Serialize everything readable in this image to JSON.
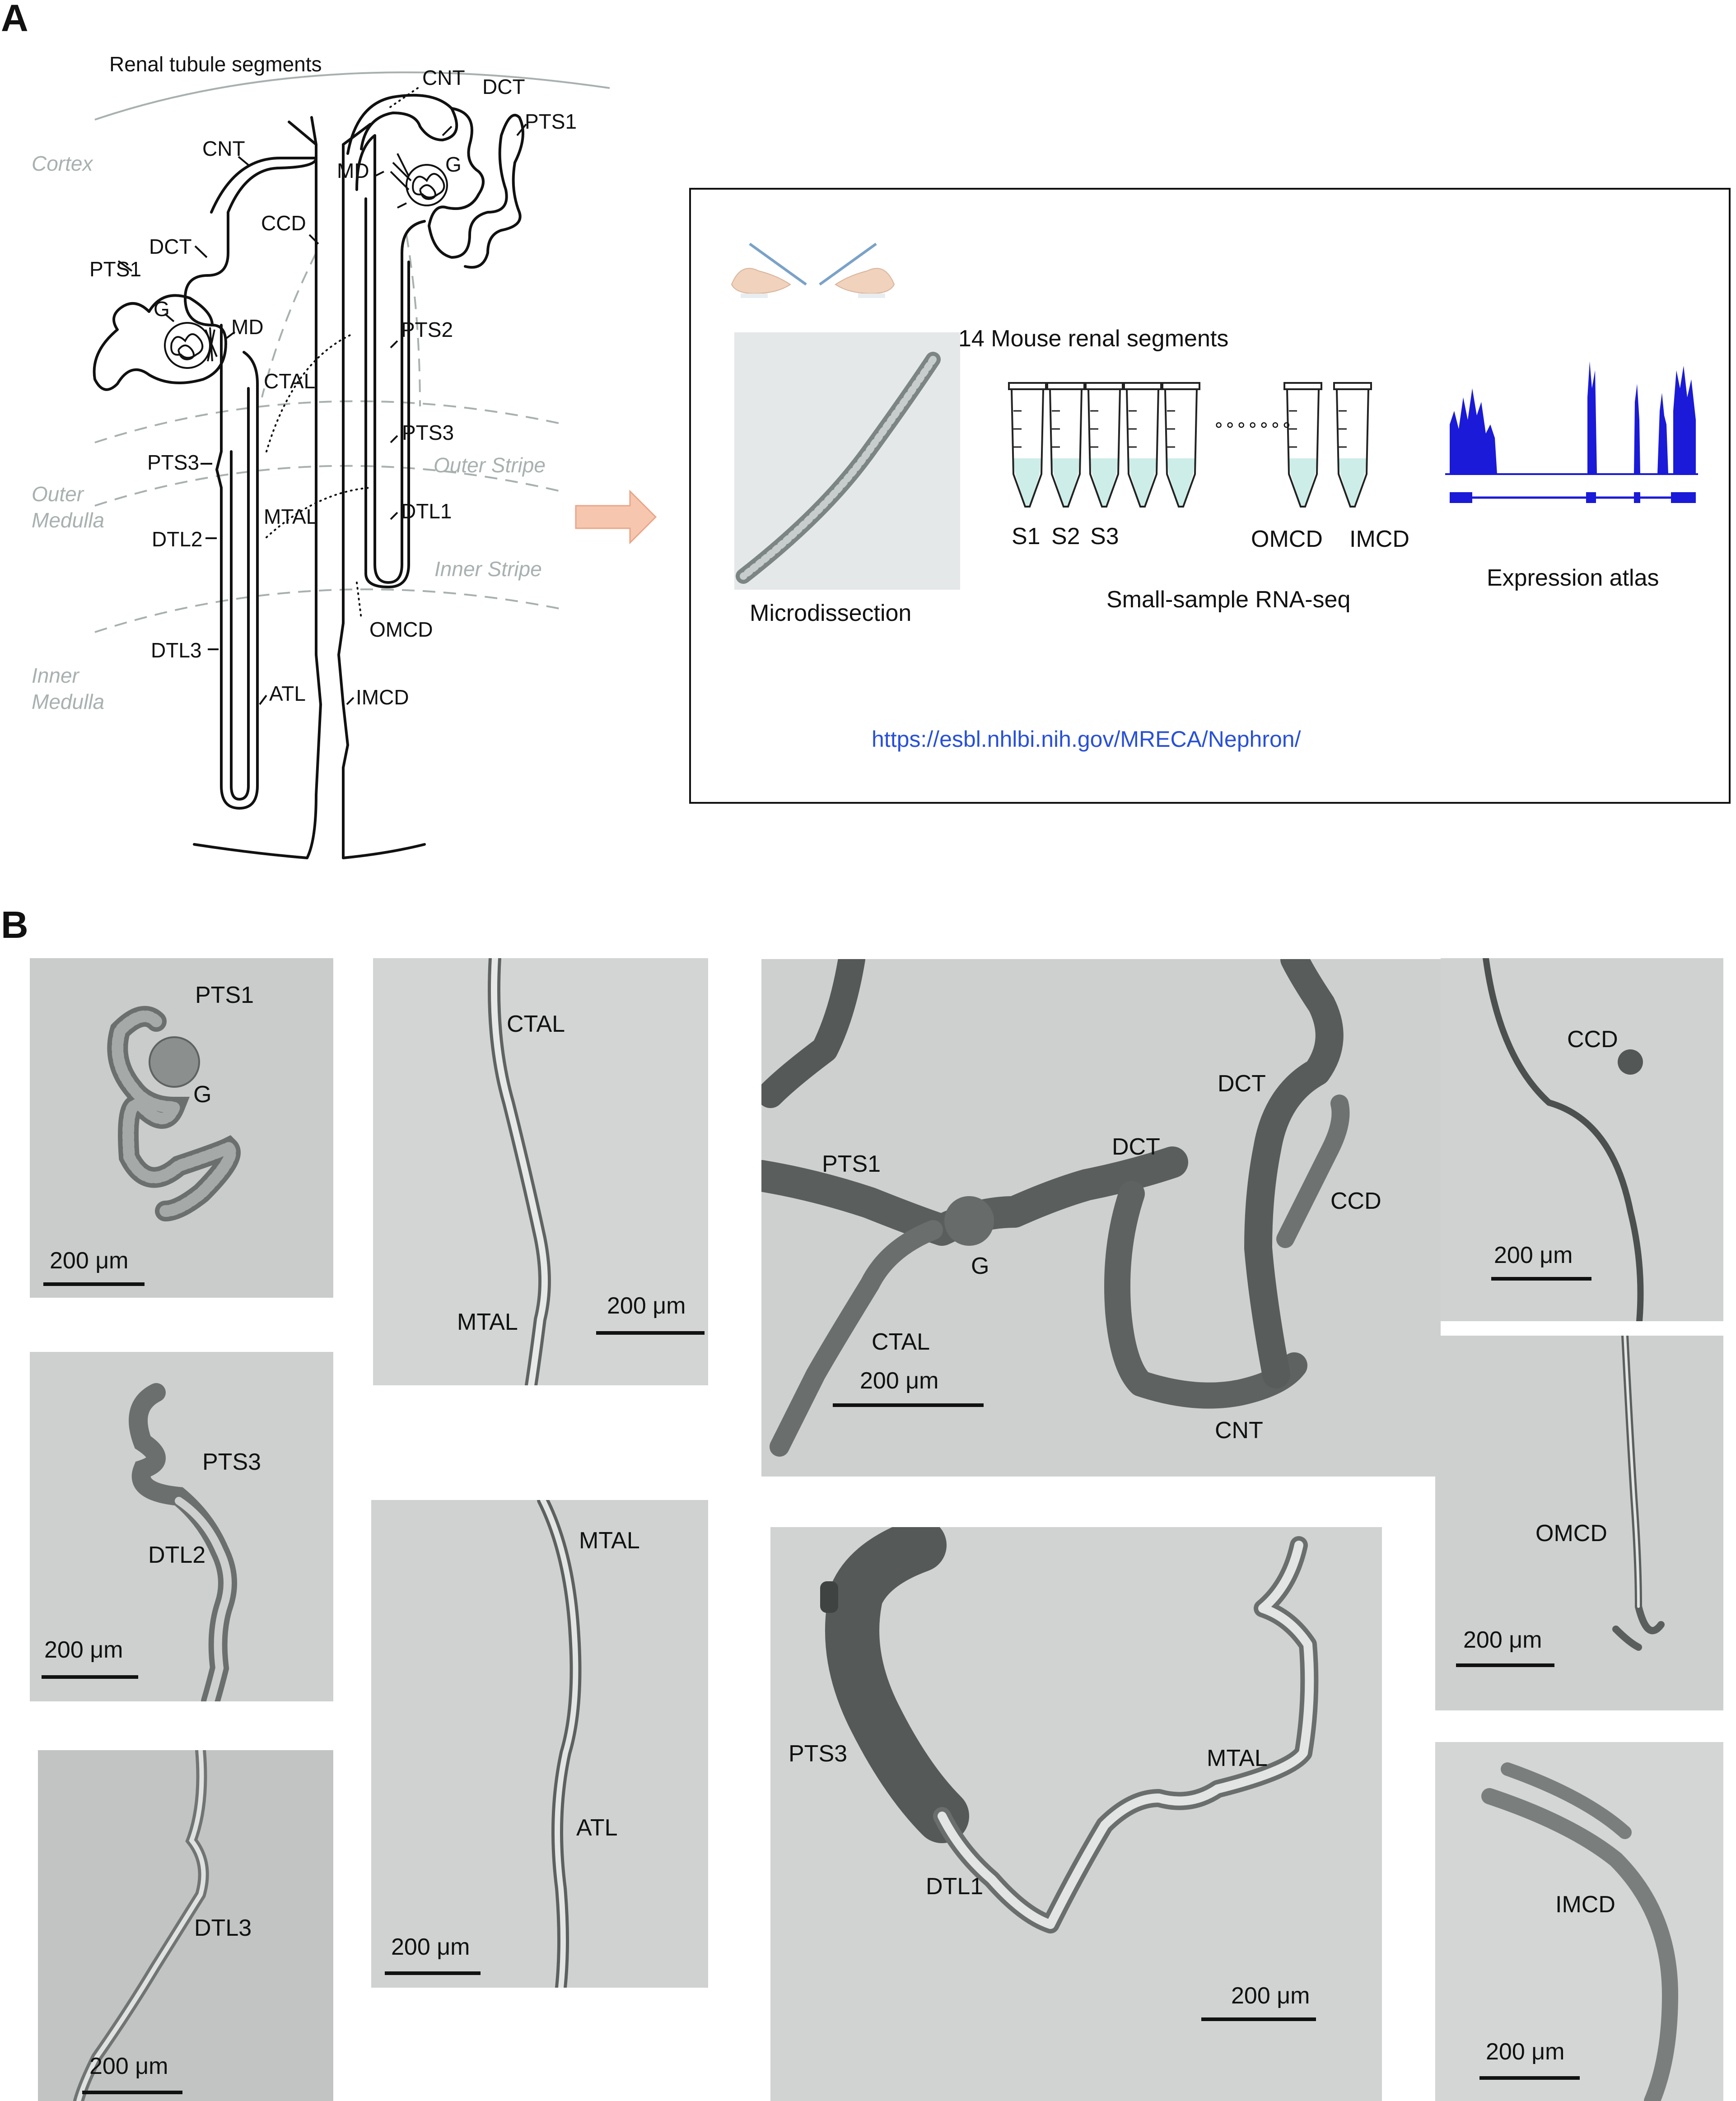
{
  "panel_a": {
    "letter": "A",
    "diagram_title": "Renal tubule segments",
    "zones": {
      "cortex": "Cortex",
      "outer_medulla_1": "Outer",
      "outer_medulla_2": "Medulla",
      "outer_stripe": "Outer Stripe",
      "inner_stripe": "Inner Stripe",
      "inner_medulla_1": "Inner",
      "inner_medulla_2": "Medulla"
    },
    "segments": {
      "cnt_left": "CNT",
      "cnt_right": "CNT",
      "dct_left": "DCT",
      "dct_right": "DCT",
      "pts1_left": "PTS1",
      "pts1_right": "PTS1",
      "g_left": "G",
      "g_right": "G",
      "md_left": "MD",
      "md_right": "MD",
      "ccd": "CCD",
      "ctal": "CTAL",
      "pts2": "PTS2",
      "pts3_left": "PTS3",
      "pts3_right": "PTS3",
      "mtal": "MTAL",
      "dtl1": "DTL1",
      "dtl2": "DTL2",
      "dtl3": "DTL3",
      "omcd": "OMCD",
      "atl": "ATL",
      "imcd": "IMCD"
    },
    "workflow": {
      "segments_title": "14 Mouse renal segments",
      "microdissection": "Microdissection",
      "tube_labels": [
        "S1",
        "S2",
        "S3"
      ],
      "tube_labels_end": [
        "OMCD",
        "IMCD"
      ],
      "ellipsis": "∘∘∘∘∘∘∘",
      "rnaseq": "Small-sample RNA-seq",
      "atlas": "Expression atlas",
      "url": "https://esbl.nhlbi.nih.gov/MRECA/Nephron/"
    },
    "colors": {
      "arrow": "#f6c7ae",
      "arrow_stroke": "#e8a688",
      "atlas_blue": "#1a1ad8",
      "tube_fill": "#cdeee8",
      "url": "#2850d8",
      "zone_text": "#a8b0b0"
    }
  },
  "panel_b": {
    "letter": "B",
    "scale": "200 μm",
    "images": {
      "img1": [
        "PTS1",
        "G"
      ],
      "img2": [
        "PTS3",
        "DTL2"
      ],
      "img3": [
        "DTL3"
      ],
      "img4": [
        "CTAL",
        "MTAL"
      ],
      "img5": [
        "MTAL",
        "ATL"
      ],
      "img6": [
        "PTS1",
        "G",
        "CTAL",
        "DCT",
        "DCT",
        "CCD",
        "CNT"
      ],
      "img7": [
        "PTS3",
        "DTL1",
        "MTAL"
      ],
      "img8": [
        "CCD"
      ],
      "img9": [
        "OMCD"
      ],
      "img10": [
        "IMCD"
      ]
    }
  }
}
